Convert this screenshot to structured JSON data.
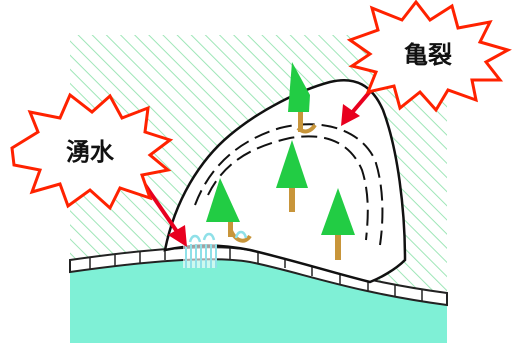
{
  "labels": {
    "spring": "湧水",
    "crack": "亀裂"
  },
  "colors": {
    "water": "#7ff0d6",
    "hatch": "#9fe6b8",
    "tree_crown": "#22cc44",
    "tree_trunk": "#c8953a",
    "callout_border": "#ff2200",
    "arrow": "#e8001f",
    "spring_water": "#8fe0e8"
  },
  "icons": [
    "tree-icon",
    "spring-icon",
    "arrow-icon",
    "burst-callout"
  ]
}
